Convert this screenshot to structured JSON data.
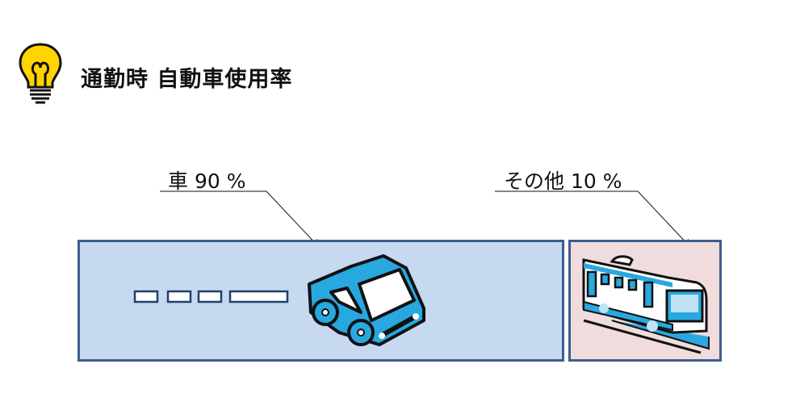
{
  "title": "通勤時 自動車使用率",
  "segments": [
    {
      "label": "車 90 %",
      "category": "車",
      "percent": 90,
      "color": "#c6d9f0",
      "icon": "car-icon"
    },
    {
      "label": "その他 10 %",
      "category": "その他",
      "percent": 10,
      "color": "#f0dcdc",
      "icon": "train-icon"
    }
  ],
  "colors": {
    "border": "#3d5f8c",
    "icon_blue": "#29a8e0",
    "bulb": "#ffd400"
  },
  "header_icon": "lightbulb-icon"
}
